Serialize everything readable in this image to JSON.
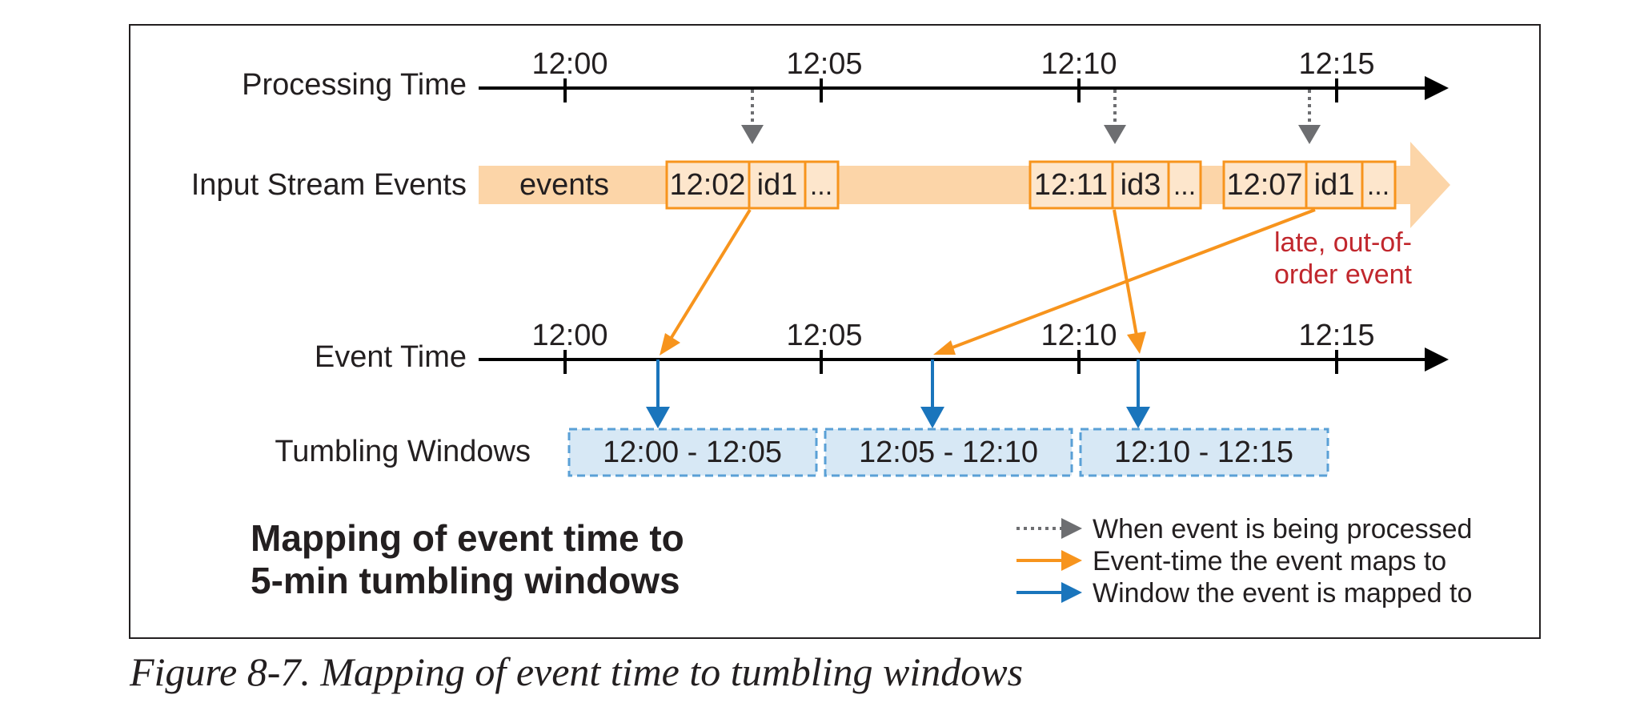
{
  "rows": {
    "processing_time": "Processing Time",
    "input_stream": "Input Stream Events",
    "event_time": "Event Time",
    "tumbling_windows": "Tumbling Windows"
  },
  "processing_ticks": [
    "12:00",
    "12:05",
    "12:10",
    "12:15"
  ],
  "event_ticks": [
    "12:00",
    "12:05",
    "12:10",
    "12:15"
  ],
  "stream_label": "events",
  "events": [
    {
      "time": "12:02",
      "id": "id1",
      "more": "..."
    },
    {
      "time": "12:11",
      "id": "id3",
      "more": "..."
    },
    {
      "time": "12:07",
      "id": "id1",
      "more": "..."
    }
  ],
  "late_note": [
    "late, out-of-",
    "order event"
  ],
  "windows": [
    "12:00 - 12:05",
    "12:05 - 12:10",
    "12:10 - 12:15"
  ],
  "title": [
    "Mapping of event time to",
    "5-min tumbling windows"
  ],
  "legend": [
    {
      "text": "When event is being processed",
      "style": "dotted",
      "color": "#6d6e71"
    },
    {
      "text": "Event-time the event maps to",
      "style": "solid",
      "color": "#f7941d"
    },
    {
      "text": "Window the event is mapped to",
      "style": "solid",
      "color": "#1a75bc"
    }
  ],
  "caption": "Figure 8-7. Mapping of event time to tumbling windows",
  "colors": {
    "stream_band": "#fcd5a8",
    "event_box_border": "#f7941d",
    "event_box_fill": "#fde6cc",
    "orange_arrow": "#f7941d",
    "blue_arrow": "#1a75bc",
    "gray_arrow": "#6d6e71",
    "window_fill": "#d7e8f5",
    "window_border": "#5aa0d6",
    "late_note": "#c1272d"
  }
}
